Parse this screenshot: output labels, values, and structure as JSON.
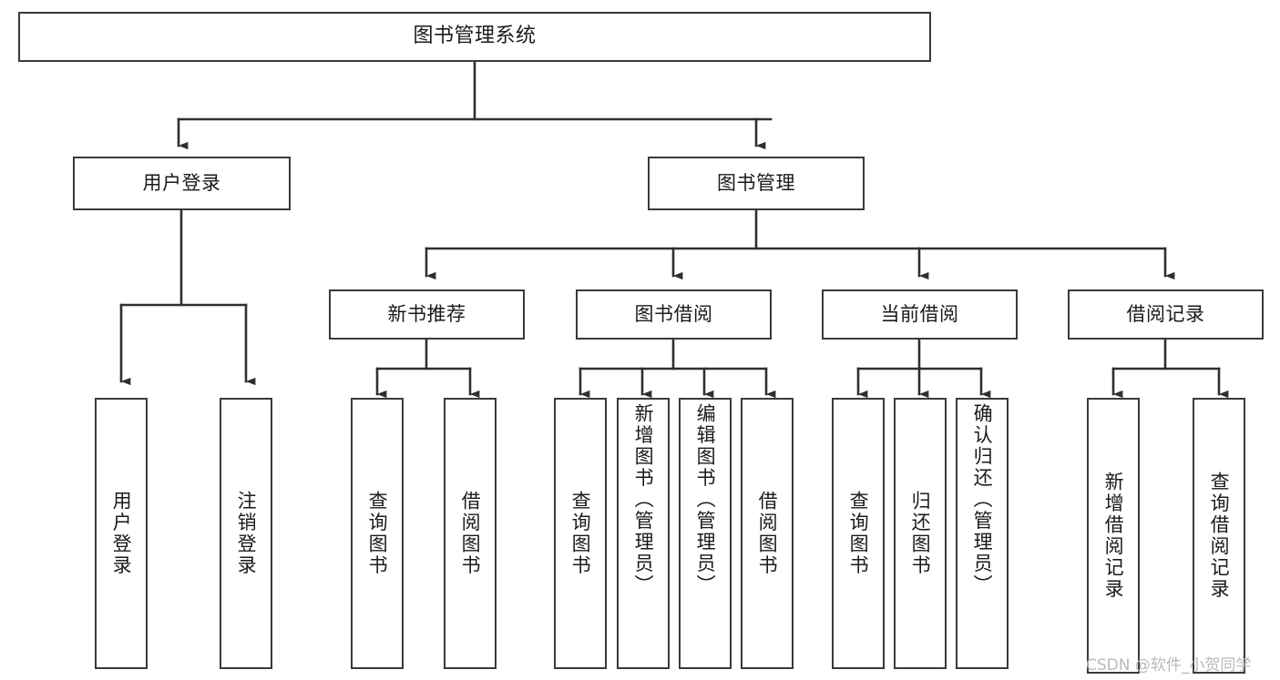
{
  "diagram": {
    "type": "tree",
    "title": "图书管理系统",
    "root": {
      "id": "root",
      "label": "图书管理系统"
    },
    "level1": [
      {
        "id": "login",
        "label": "用户登录"
      },
      {
        "id": "bookmgmt",
        "label": "图书管理"
      }
    ],
    "level2": [
      {
        "id": "newbook",
        "label": "新书推荐",
        "parent": "bookmgmt"
      },
      {
        "id": "borrow",
        "label": "图书借阅",
        "parent": "bookmgmt"
      },
      {
        "id": "current",
        "label": "当前借阅",
        "parent": "bookmgmt"
      },
      {
        "id": "records",
        "label": "借阅记录",
        "parent": "bookmgmt"
      }
    ],
    "leaves": [
      {
        "id": "leaf-user-login",
        "label": "用户登录",
        "parent": "login"
      },
      {
        "id": "leaf-user-logout",
        "label": "注销登录",
        "parent": "login"
      },
      {
        "id": "leaf-nb-query",
        "label": "查询图书",
        "parent": "newbook"
      },
      {
        "id": "leaf-nb-borrow",
        "label": "借阅图书",
        "parent": "newbook"
      },
      {
        "id": "leaf-bo-query",
        "label": "查询图书",
        "parent": "borrow"
      },
      {
        "id": "leaf-bo-add",
        "label": "新增图书（管理员）",
        "parent": "borrow"
      },
      {
        "id": "leaf-bo-edit",
        "label": "编辑图书（管理员）",
        "parent": "borrow"
      },
      {
        "id": "leaf-bo-borrow",
        "label": "借阅图书",
        "parent": "borrow"
      },
      {
        "id": "leaf-cu-query",
        "label": "查询图书",
        "parent": "current"
      },
      {
        "id": "leaf-cu-return",
        "label": "归还图书",
        "parent": "current"
      },
      {
        "id": "leaf-cu-confirm",
        "label": "确认归还（管理员）",
        "parent": "current"
      },
      {
        "id": "leaf-rc-add",
        "label": "新增借阅记录",
        "parent": "records"
      },
      {
        "id": "leaf-rc-query",
        "label": "查询借阅记录",
        "parent": "records"
      }
    ]
  },
  "watermark": {
    "text": "CSDN @软件_小贺同学"
  },
  "colors": {
    "background": "#ffffff",
    "box_border": "#3a3a3a",
    "connector": "#2f2f2f",
    "text": "#1a1a1a",
    "watermark": "#b9b9b9"
  }
}
